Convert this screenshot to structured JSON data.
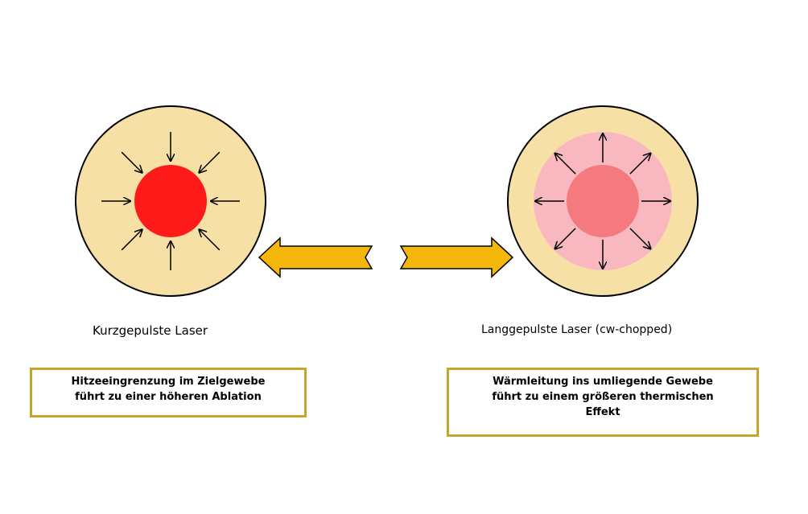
{
  "colors": {
    "outer_circle_fill": "#f7e0a6",
    "outer_circle_stroke": "#000000",
    "short_pulse_core": "#ff1a1a",
    "long_pulse_halo": "#f9b8c0",
    "long_pulse_core": "#f47a80",
    "double_arrow_fill": "#f6b70b",
    "double_arrow_stroke": "#000000",
    "box_border": "#c8a52a"
  },
  "icons": {
    "inward_arrows": "arrow-inward-icon",
    "outward_arrows": "arrow-outward-icon",
    "left_arrow": "left-block-arrow-icon",
    "right_arrow": "right-block-arrow-icon"
  },
  "left": {
    "caption": "Kurzgepulste Laser",
    "box_lines": [
      "Hitzeeingrenzung im Zielgewebe",
      "führt zu einer höheren Ablation"
    ]
  },
  "right": {
    "caption": "Langgepulste Laser (cw-chopped)",
    "box_lines": [
      "Wärmleitung ins umliegende Gewebe",
      "führt zu einem größeren thermischen",
      "Effekt"
    ]
  }
}
